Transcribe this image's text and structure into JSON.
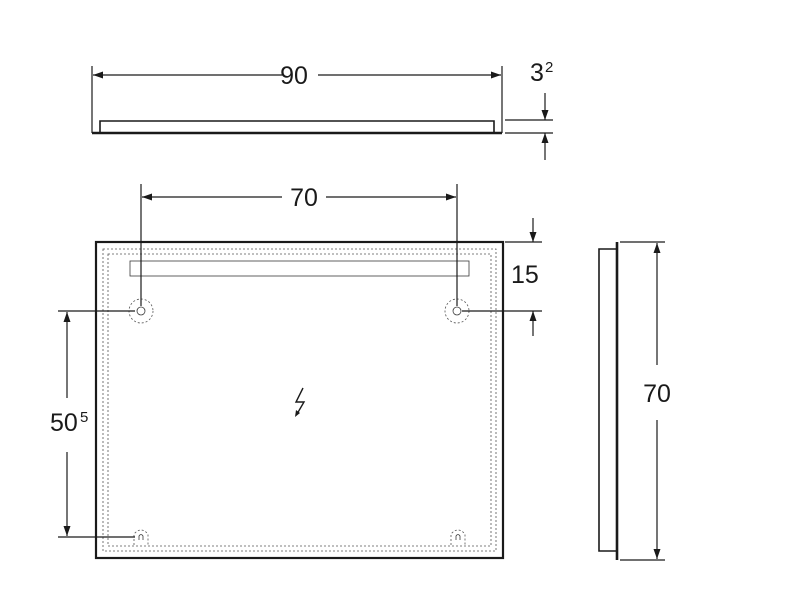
{
  "dimensions": {
    "top_width": "90",
    "depth_main": "3",
    "depth_sup": "2",
    "hole_spacing": "70",
    "top_offset": "15",
    "side_height": "70",
    "vertical_offset_main": "50",
    "vertical_offset_sup": "5"
  },
  "symbols": {
    "electrical": "lightning-bolt-icon"
  }
}
